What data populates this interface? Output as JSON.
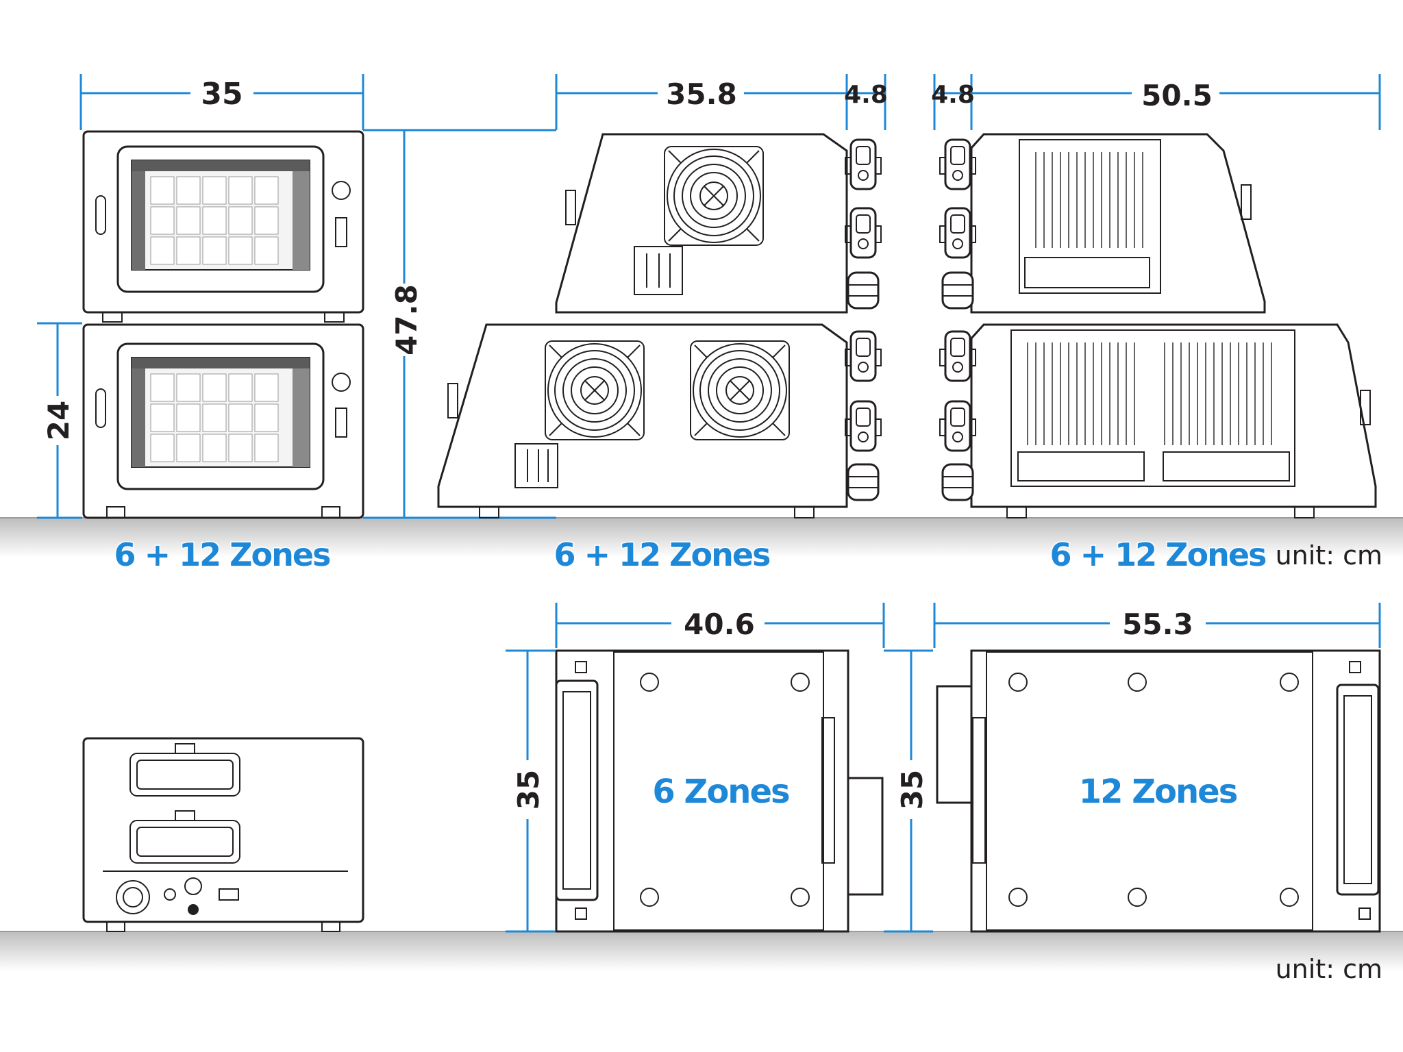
{
  "dimensions": {
    "front_width": "35",
    "side6_depth": "35.8",
    "side6_connector": "4.8",
    "side12_connector": "4.8",
    "side12_depth": "50.5",
    "total_height": "47.8",
    "lower_height": "24",
    "top6_depth": "40.6",
    "top12_depth": "55.3",
    "top6_width": "35",
    "top12_width": "35"
  },
  "labels": {
    "front_view": "6 + 12 Zones",
    "side_view_6": "6 + 12 Zones",
    "side_view_12": "6 + 12 Zones",
    "top_view_6": "6 Zones",
    "top_view_12": "12 Zones",
    "unit_top": "unit: cm",
    "unit_bottom": "unit: cm"
  },
  "colors": {
    "dimension_blue": "#1e88d8",
    "line_dark": "#231f20",
    "ground_gray": "#cfcfcf"
  }
}
